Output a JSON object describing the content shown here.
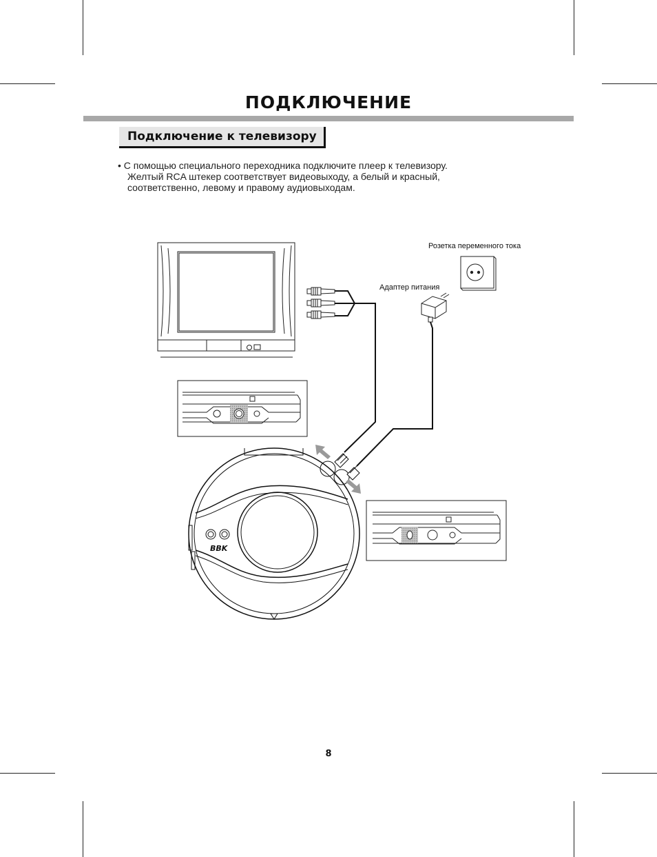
{
  "title": "ПОДКЛЮЧЕНИЕ",
  "section": {
    "heading": "Подключение к телевизору"
  },
  "instructions": {
    "bullet": "•",
    "line1": "С помощью специального переходника подключите плеер к телевизору.",
    "line2": "Желтый RCA штекер соответствует видеовыходу, а белый и красный,",
    "line3": "соответственно, левому и правому аудиовыходам."
  },
  "diagram": {
    "outlet_label": "Розетка переменного тока",
    "adapter_label": "Адаптер питания",
    "player_logo": "BBK"
  },
  "colors": {
    "rule": "#a8a8a8",
    "section_bg": "#e6e6e6",
    "arrow": "#9a9a9a",
    "highlight": "#b5b5b5"
  },
  "page_number": "8"
}
